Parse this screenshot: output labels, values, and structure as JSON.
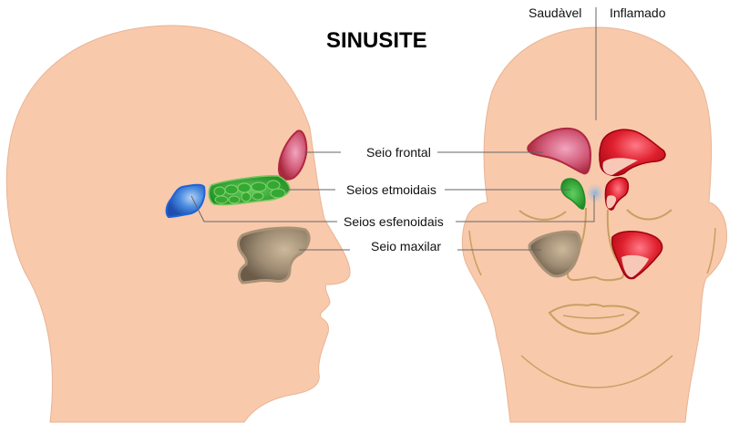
{
  "title": "SINUSITE",
  "legend": {
    "healthy": "Saudàvel",
    "inflamed": "Inflamado"
  },
  "labels": {
    "frontal": "Seio frontal",
    "ethmoid": "Seios etmoidais",
    "sphenoid": "Seios esfenoidais",
    "maxillary": "Seio maxilar"
  },
  "colors": {
    "skin": "#f9c9ac",
    "skin_line": "#c8a060",
    "frontal": "#c8445a",
    "ethmoid": "#2f9a2f",
    "sphenoid": "#2a6fd0",
    "maxillary": "#8a7a66",
    "inflamed": "#d0101e",
    "leader_line": "#666666"
  }
}
